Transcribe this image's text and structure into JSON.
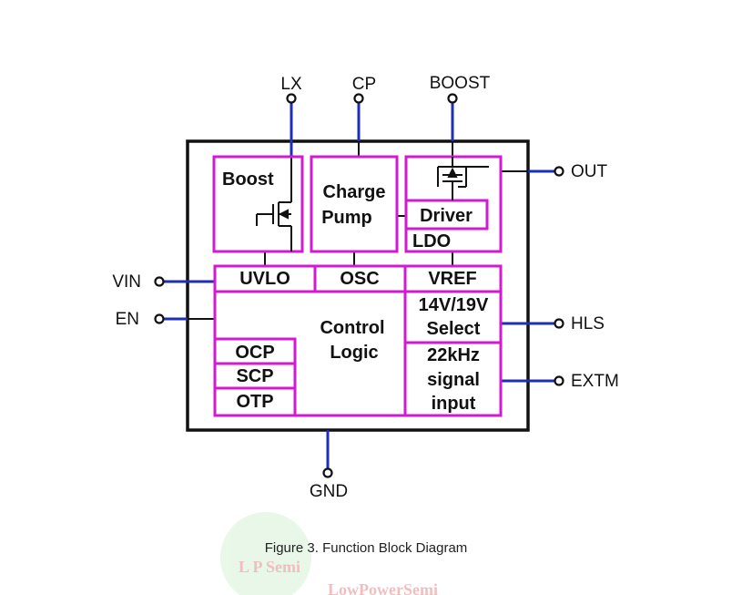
{
  "pins": {
    "lx": "LX",
    "cp": "CP",
    "boost": "BOOST",
    "out": "OUT",
    "vin": "VIN",
    "en": "EN",
    "hls": "HLS",
    "extm": "EXTM",
    "gnd": "GND"
  },
  "blocks": {
    "boost": "Boost",
    "charge_pump_line1": "Charge",
    "charge_pump_line2": "Pump",
    "driver": "Driver",
    "ldo": "LDO",
    "uvlo": "UVLO",
    "osc": "OSC",
    "vref": "VREF",
    "control_line1": "Control",
    "control_line2": "Logic",
    "select_line1": "14V/19V",
    "select_line2": "Select",
    "signal_line1": "22kHz",
    "signal_line2": "signal",
    "signal_line3": "input",
    "ocp": "OCP",
    "scp": "SCP",
    "otp": "OTP"
  },
  "caption": "Figure 3. Function Block Diagram",
  "watermark": {
    "logo": "L P Semi",
    "text": "LowPowerSemi"
  },
  "colors": {
    "block_border": "#d21ad2",
    "wire": "#1d2fb5",
    "chip_border": "#111111"
  }
}
